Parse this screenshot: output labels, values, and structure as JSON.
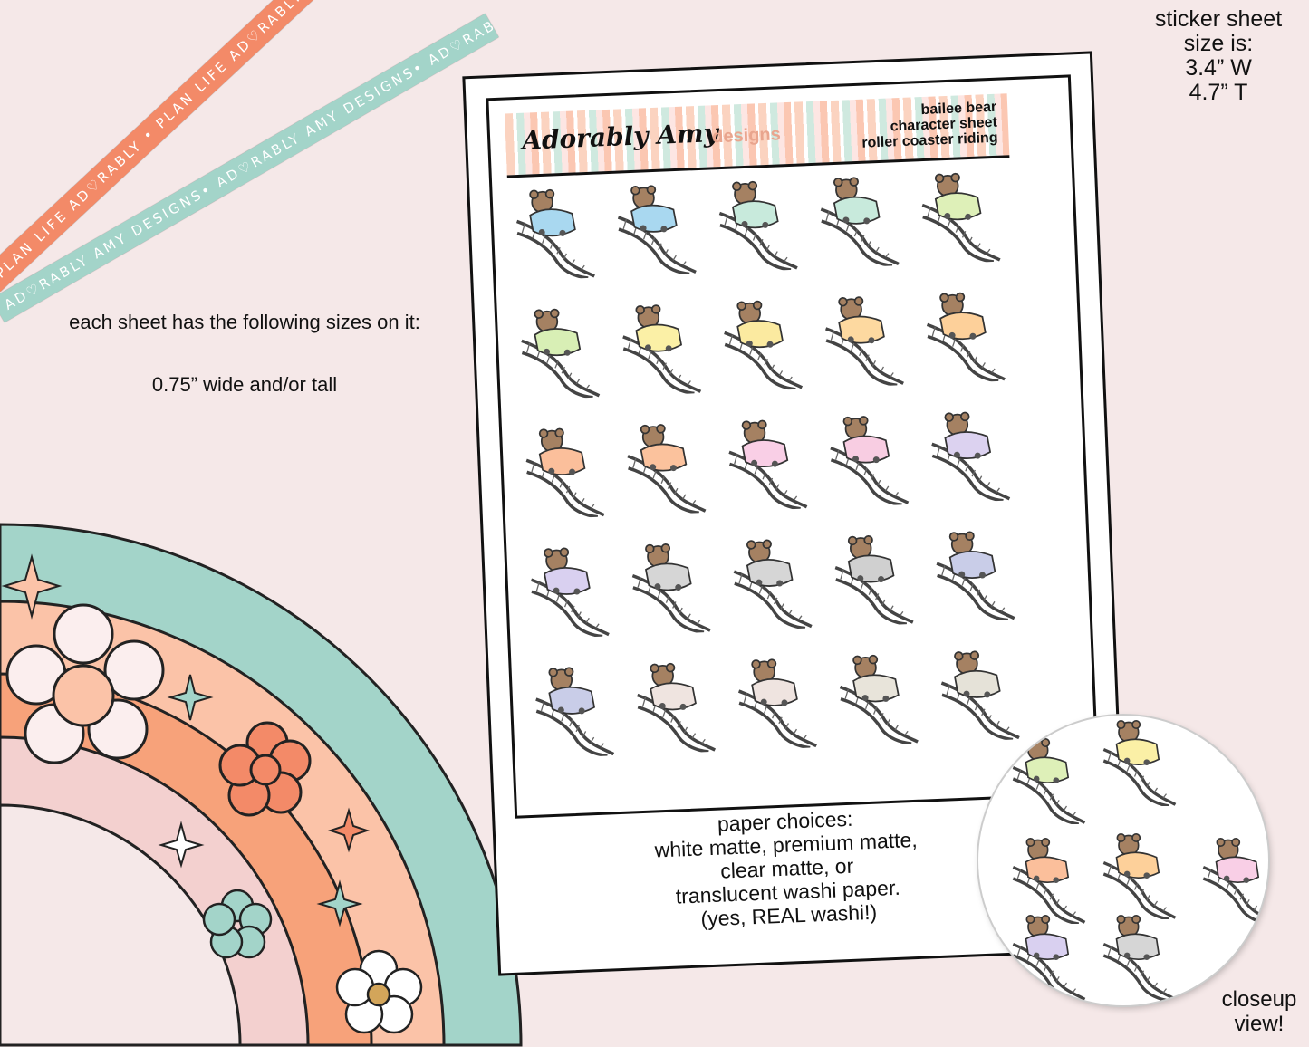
{
  "ribbons": {
    "orange": "PLAN LIFE AD♡RABLY • PLAN LIFE AD♡RABLY • PLAN LIFE AD♡RABLY •",
    "teal": "AD♡RABLY AMY DESIGNS• AD♡RABLY AMY DESIGNS• AD♡RABLY AMY DESIGNS•"
  },
  "size_info": {
    "line1": "sticker sheet",
    "line2": "size is:",
    "width": "3.4” W",
    "height": "4.7” T"
  },
  "sizes": {
    "heading": "each sheet has the following sizes on it:",
    "value": "0.75” wide and/or tall"
  },
  "sheet": {
    "brand": "Adorably Amy",
    "brand_suffix": "designs",
    "title_lines": [
      "bailee bear",
      "character sheet",
      "roller coaster riding"
    ],
    "sticker_colors": [
      "#a9d8f0",
      "#a9d8f0",
      "#c8eadc",
      "#c8eadc",
      "#def0b8",
      "#d8efb5",
      "#fbf0a6",
      "#fbeaa0",
      "#fdd9a0",
      "#fdd09a",
      "#fbbf9b",
      "#fbc29d",
      "#f9cfe6",
      "#f8cde2",
      "#dcd2f0",
      "#d9d0f0",
      "#d6d6d6",
      "#d6d6d6",
      "#d0d0d0",
      "#c9cde8",
      "#c9cde8",
      "#efe4e0",
      "#efe4e0",
      "#e8e4da",
      "#e5e2d8"
    ],
    "paper_lines": [
      "paper choices:",
      "white matte, premium matte,",
      "clear matte, or",
      "translucent washi paper.",
      "(yes, REAL washi!)"
    ]
  },
  "closeup": {
    "label_lines": [
      "closeup",
      "view!"
    ],
    "colors": [
      "#def0b8",
      "#fbf0a6",
      "#fbbf9b",
      "#fdd09a",
      "#f9cfe6",
      "#d9d0f0",
      "#d6d6d6"
    ]
  },
  "colors": {
    "bg": "#f5e8e8",
    "orange": "#f38a68",
    "teal": "#a3d4c9",
    "peach": "#fbc3a8",
    "pink": "#f3d0cf"
  }
}
